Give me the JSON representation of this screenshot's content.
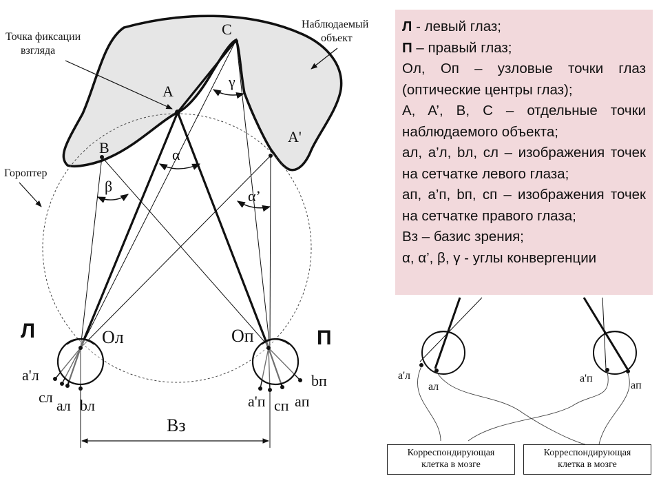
{
  "colors": {
    "object_fill": "#e6e6e6",
    "legend_bg": "#f2d9dc",
    "line": "#111111"
  },
  "labels": {
    "fixation_point": "Точка фиксации взгляда",
    "fixation_line1": "Точка фиксации",
    "fixation_line2": "взгляда",
    "object_line1": "Наблюдаемый",
    "object_line2": "объект",
    "horopter": "Гороптер",
    "point_A": "A",
    "point_C": "C",
    "point_B": "B",
    "point_A_prime": "A'",
    "angle_alpha": "α",
    "angle_beta": "β",
    "angle_gamma": "γ",
    "angle_alpha_prime": "α’",
    "left_eye": "Л",
    "right_eye": "П",
    "node_left": "Oл",
    "node_right": "Oп",
    "a_prime_l": "a'л",
    "c_l": "cл",
    "a_l": "aл",
    "b_l": "bл",
    "a_prime_p": "a'п",
    "c_p": "cп",
    "a_p": "aп",
    "b_p": "bп",
    "basis": "Bз",
    "inset_a_prime_l": "a'л",
    "inset_a_l": "aл",
    "inset_a_prime_p": "a'п",
    "inset_a_p": "aп"
  },
  "brain_box_left": {
    "line1": "Корреспондирующая",
    "line2": "клетка в мозге"
  },
  "brain_box_right": {
    "line1": "Корреспондирующая",
    "line2": "клетка в мозге"
  },
  "legend": {
    "row1_key": "Л",
    "row1_text": " - левый глаз;",
    "row2_key": "П",
    "row2_text": " – правый глаз;",
    "row3": "Oл, Oп – узловые точки глаз (оптические центры глаз);",
    "row4": "A, A’, B, C – отдельные точки наблюдаемого объекта;",
    "row5": "aл, a’л, bл, cл – изображения точек на сетчатке левого глаза;",
    "row6": "aп, a’п, bп, cп – изображения точек на сетчатке правого глаза;",
    "row7": "Bз – базис зрения;",
    "row8": "α, α’, β, γ - углы конвергенции"
  }
}
